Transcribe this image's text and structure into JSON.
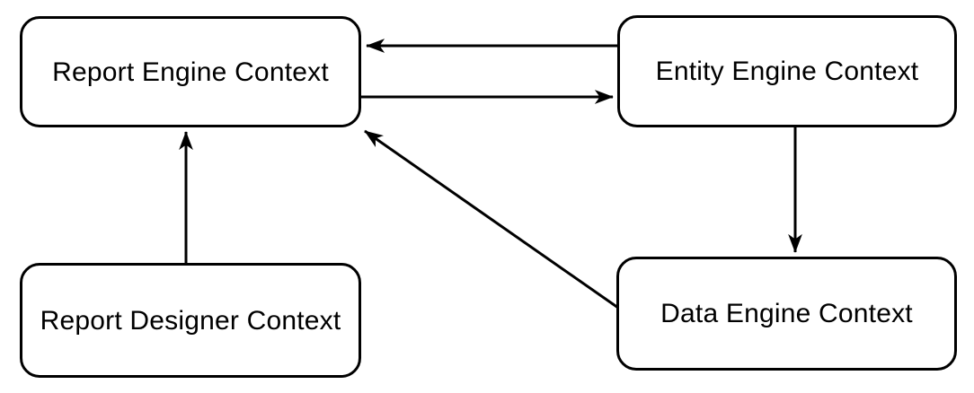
{
  "diagram": {
    "background_color": "#ffffff",
    "stroke_color": "#000000",
    "nodes": [
      {
        "id": "report-engine-context",
        "label": "Report Engine Context"
      },
      {
        "id": "entity-engine-context",
        "label": "Entity Engine Context"
      },
      {
        "id": "report-designer-context",
        "label": "Report Designer Context"
      },
      {
        "id": "data-engine-context",
        "label": "Data Engine Context"
      }
    ],
    "edges": [
      {
        "from": "entity-engine-context",
        "to": "report-engine-context"
      },
      {
        "from": "report-engine-context",
        "to": "entity-engine-context"
      },
      {
        "from": "report-designer-context",
        "to": "report-engine-context"
      },
      {
        "from": "entity-engine-context",
        "to": "data-engine-context"
      },
      {
        "from": "data-engine-context",
        "to": "report-engine-context"
      }
    ]
  }
}
